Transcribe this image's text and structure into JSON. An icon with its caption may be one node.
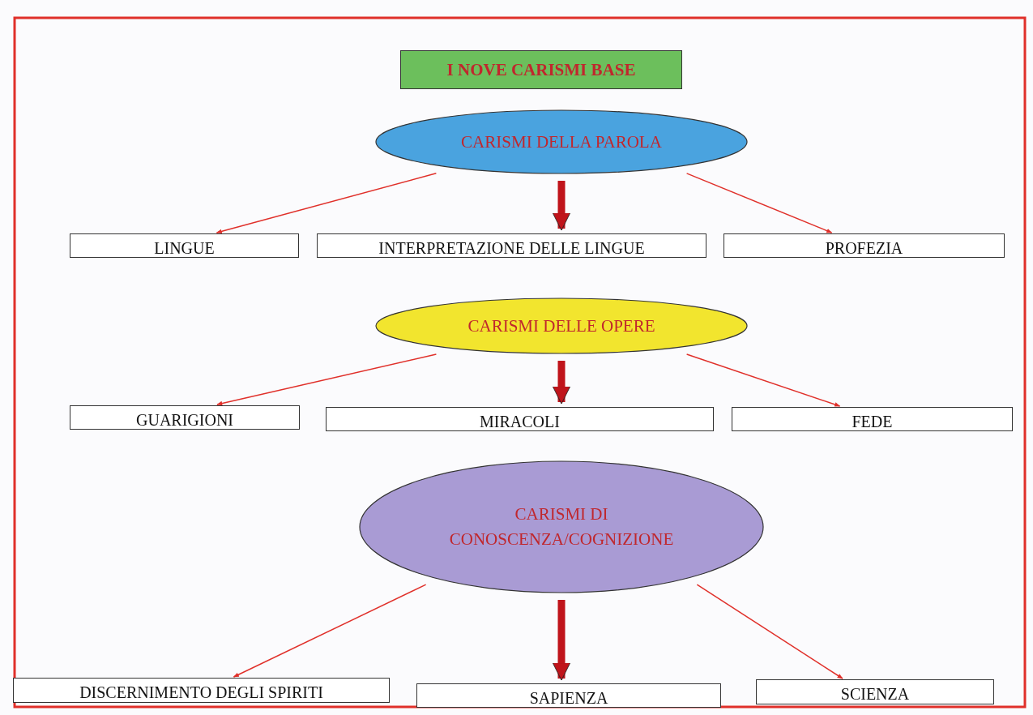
{
  "diagram": {
    "title": "I NOVE CARISMI BASE",
    "nodes": [
      {
        "text": [
          "CARISMI DELLA PAROLA"
        ]
      },
      {
        "text": [
          "LINGUE"
        ]
      },
      {
        "text": [
          "INTERPRETAZIONE  DELLE LINGUE"
        ]
      },
      {
        "text": [
          "PROFEZIA"
        ]
      },
      {
        "text": [
          "CARISMI DELLE OPERE"
        ]
      },
      {
        "text": [
          "GUARIGIONI"
        ]
      },
      {
        "text": [
          "MIRACOLI"
        ]
      },
      {
        "text": [
          "FEDE"
        ]
      },
      {
        "text": [
          "CARISMI DI CONOSCENZA/COGNIZIONE"
        ]
      },
      {
        "text": [
          "DISCERNIMENTO DEGLI SPIRITI"
        ]
      },
      {
        "text": [
          "SAPIENZA"
        ]
      },
      {
        "text": [
          "SCIENZA"
        ]
      }
    ],
    "edges": [
      {
        "from": 0,
        "to": 1,
        "arrow": "to"
      },
      {
        "from": 0,
        "to": 2,
        "arrow": "to",
        "style": "thick"
      },
      {
        "from": 0,
        "to": 3,
        "arrow": "to"
      },
      {
        "from": 4,
        "to": 5,
        "arrow": "to"
      },
      {
        "from": 4,
        "to": 6,
        "arrow": "to",
        "style": "thick"
      },
      {
        "from": 4,
        "to": 7,
        "arrow": "to"
      },
      {
        "from": 8,
        "to": 9,
        "arrow": "to"
      },
      {
        "from": 8,
        "to": 10,
        "arrow": "to",
        "style": "thick"
      },
      {
        "from": 8,
        "to": 11,
        "arrow": "to"
      }
    ]
  }
}
